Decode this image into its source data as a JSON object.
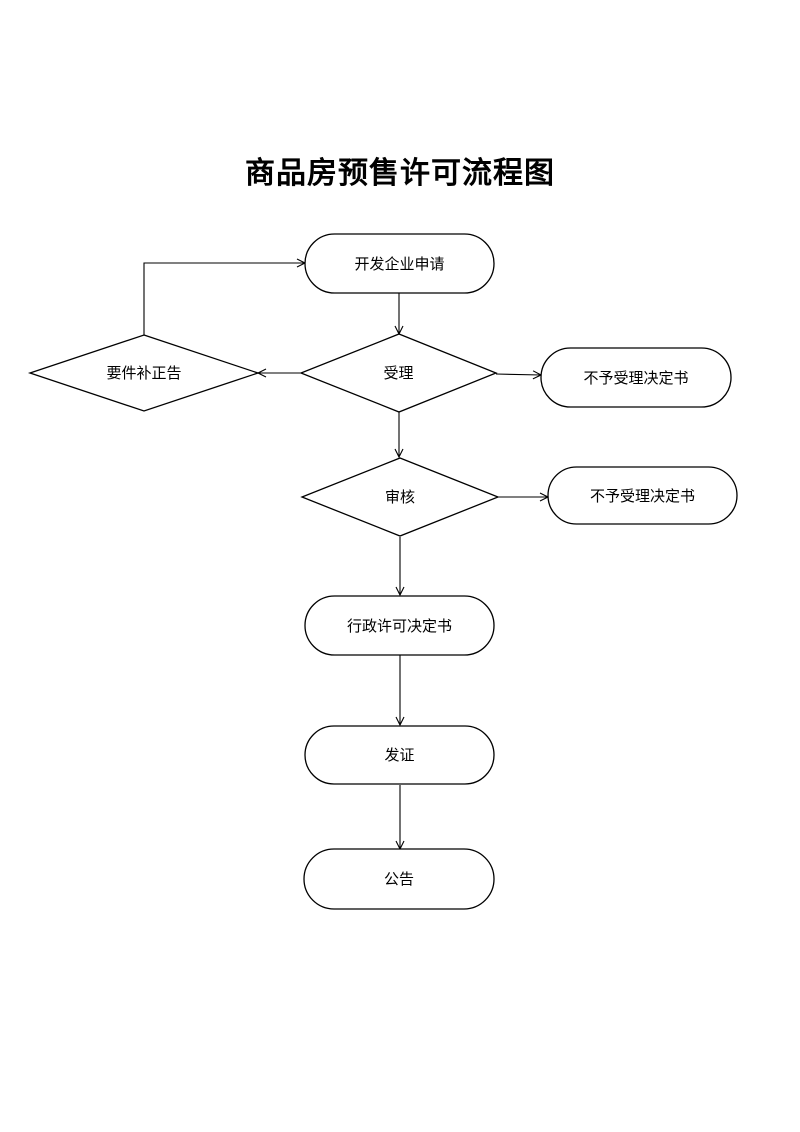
{
  "diagram": {
    "title": "商品房预售许可流程图",
    "nodes": {
      "apply": "开发企业申请",
      "accept": "受理",
      "supplement": "要件补正告",
      "reject_accept": "不予受理决定书",
      "review": "审核",
      "reject_review": "不予受理决定书",
      "decision": "行政许可决定书",
      "issue": "发证",
      "announce": "公告"
    },
    "edges": [
      {
        "from": "apply",
        "to": "accept"
      },
      {
        "from": "accept",
        "to": "supplement"
      },
      {
        "from": "supplement",
        "to": "apply"
      },
      {
        "from": "accept",
        "to": "reject_accept"
      },
      {
        "from": "accept",
        "to": "review"
      },
      {
        "from": "review",
        "to": "reject_review"
      },
      {
        "from": "review",
        "to": "decision"
      },
      {
        "from": "decision",
        "to": "issue"
      },
      {
        "from": "issue",
        "to": "announce"
      }
    ]
  }
}
